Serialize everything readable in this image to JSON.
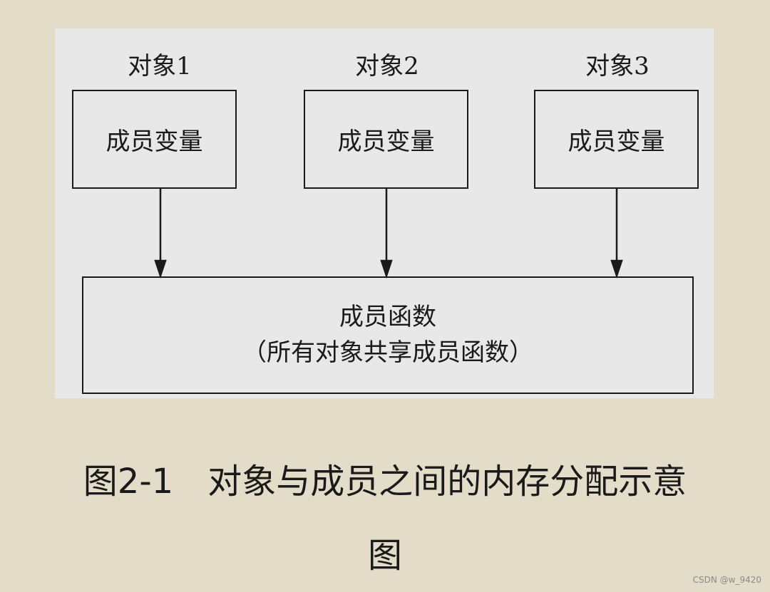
{
  "diagram": {
    "objects": [
      {
        "label": "对象1",
        "box_text": "成员变量"
      },
      {
        "label": "对象2",
        "box_text": "成员变量"
      },
      {
        "label": "对象3",
        "box_text": "成员变量"
      }
    ],
    "shared_box": {
      "line1": "成员函数",
      "line2": "（所有对象共享成员函数）"
    }
  },
  "caption": {
    "line1": "图2-1　对象与成员之间的内存分配示意",
    "line2": "图"
  },
  "watermark": "CSDN @w_9420",
  "colors": {
    "page_background": "#e2dcc9",
    "figure_background": "#e8e8e8",
    "ink": "#1a1a1a"
  }
}
